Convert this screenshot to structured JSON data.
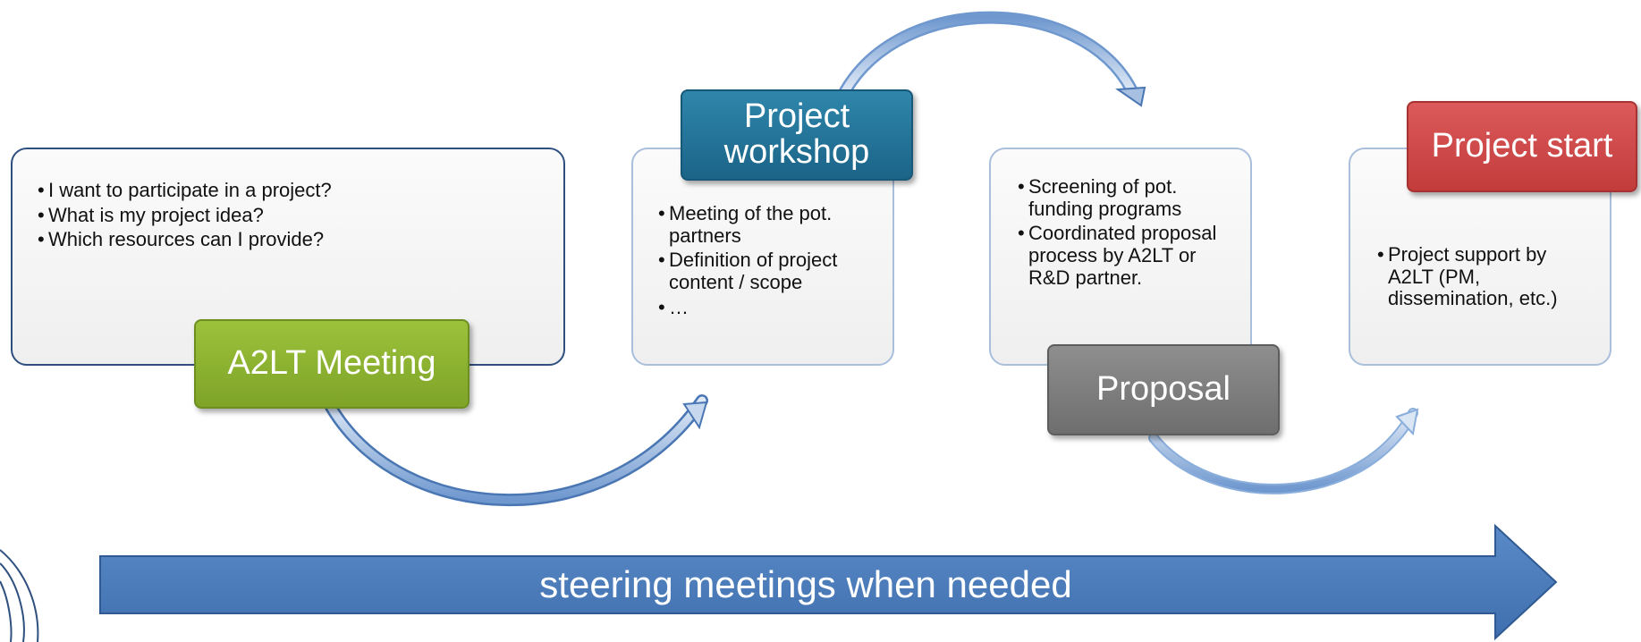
{
  "colors": {
    "panel_border": "#2f4f7f",
    "meeting_green": "#8cb233",
    "workshop_blue": "#1f6f96",
    "proposal_gray": "#7f7f7f",
    "start_red": "#d04a4a",
    "arrow_blue": "#4f81bd"
  },
  "steps": {
    "meeting": {
      "label": "A2LT Meeting",
      "bullets": [
        "I want to participate in a project?",
        "What is my project idea?",
        "Which resources can I provide?"
      ]
    },
    "workshop": {
      "label_line1": "Project",
      "label_line2": "workshop",
      "bullets": [
        "Meeting of the pot. partners",
        "Definition of project content / scope",
        "…"
      ]
    },
    "proposal": {
      "label": "Proposal",
      "bullets": [
        "Screening of pot. funding programs",
        "Coordinated proposal process by A2LT or R&D partner."
      ]
    },
    "start": {
      "label": "Project start",
      "bullets": [
        "Project support by A2LT (PM, dissemination, etc.)"
      ]
    }
  },
  "banner": {
    "text": "steering meetings when needed"
  },
  "icons": {
    "flow_arrow": "curved-arrow-icon",
    "logo_fragment": "globe-logo-icon"
  }
}
